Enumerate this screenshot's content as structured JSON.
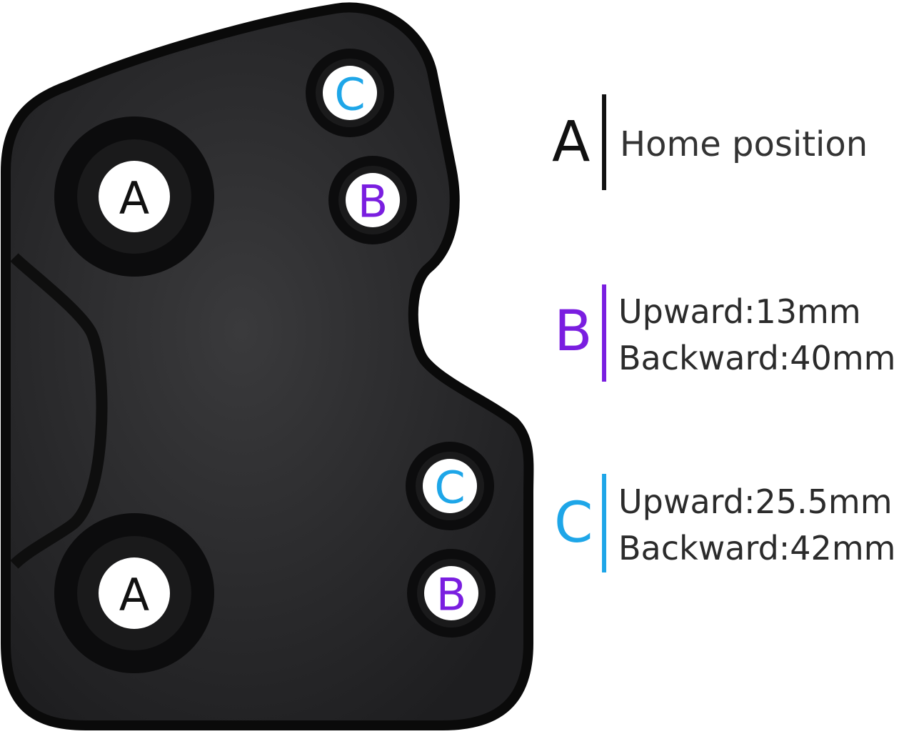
{
  "colors": {
    "plate": "#2a2a2c",
    "plate_edge": "#0a0a0a",
    "a": "#111111",
    "b": "#7a1ee0",
    "c": "#1ea6e8"
  },
  "holes": [
    {
      "id": "a-top",
      "letter": "A",
      "group": "a"
    },
    {
      "id": "c-top",
      "letter": "C",
      "group": "c"
    },
    {
      "id": "b-top",
      "letter": "B",
      "group": "b"
    },
    {
      "id": "c-bottom",
      "letter": "C",
      "group": "c"
    },
    {
      "id": "b-bottom",
      "letter": "B",
      "group": "b"
    },
    {
      "id": "a-bottom",
      "letter": "A",
      "group": "a"
    }
  ],
  "legend": {
    "a": {
      "letter": "A",
      "line1": "Home position"
    },
    "b": {
      "letter": "B",
      "line1": "Upward:13mm",
      "line2": "Backward:40mm"
    },
    "c": {
      "letter": "C",
      "line1": "Upward:25.5mm",
      "line2": "Backward:42mm"
    }
  }
}
